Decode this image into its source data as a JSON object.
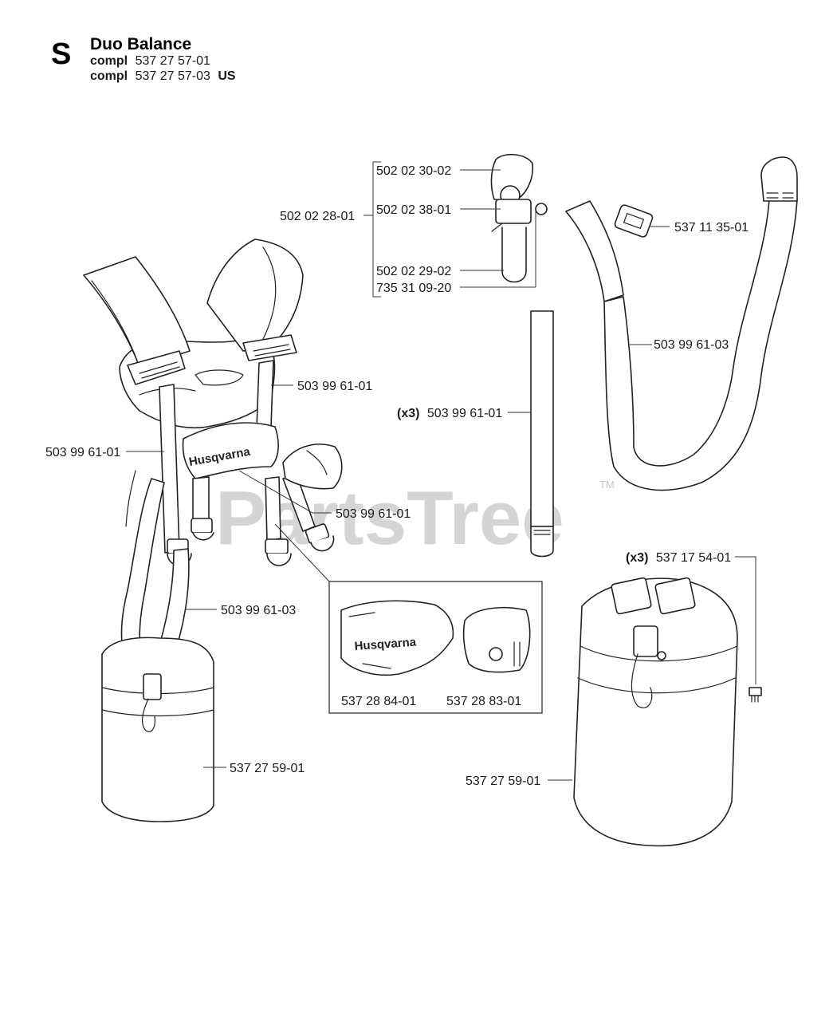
{
  "header": {
    "section_letter": "S",
    "title": "Duo Balance",
    "lines": [
      {
        "prefix": "compl",
        "number": "537 27 57-01",
        "suffix": ""
      },
      {
        "prefix": "compl",
        "number": "537 27 57-03",
        "suffix": "US"
      }
    ]
  },
  "labels": {
    "hook_group": "502 02 28-01",
    "hook_cap": "502 02 30-02",
    "hook_body": "502 02 38-01",
    "hook_clip": "502 02 29-02",
    "hook_pin": "735 31 09-20",
    "buckle": "537 11 35-01",
    "long_strap_right": "503 99 61-03",
    "loose_strap_qty": "(x3)",
    "loose_strap": "503 99 61-01",
    "harness_strap_top": "503 99 61-01",
    "harness_strap_left": "503 99 61-01",
    "harness_strap_mid": "503 99 61-01",
    "harness_long_strap": "503 99 61-03",
    "pad_front": "537 28 84-01",
    "pad_side": "537 28 83-01",
    "screw_qty": "(x3)",
    "screw": "537 17 54-01",
    "hip_pad_left": "537 27 59-01",
    "hip_pad_right": "537 27 59-01"
  },
  "branding": {
    "logo_text": "Husqvarna",
    "watermark": "PartsTree",
    "trademark": "TM"
  }
}
